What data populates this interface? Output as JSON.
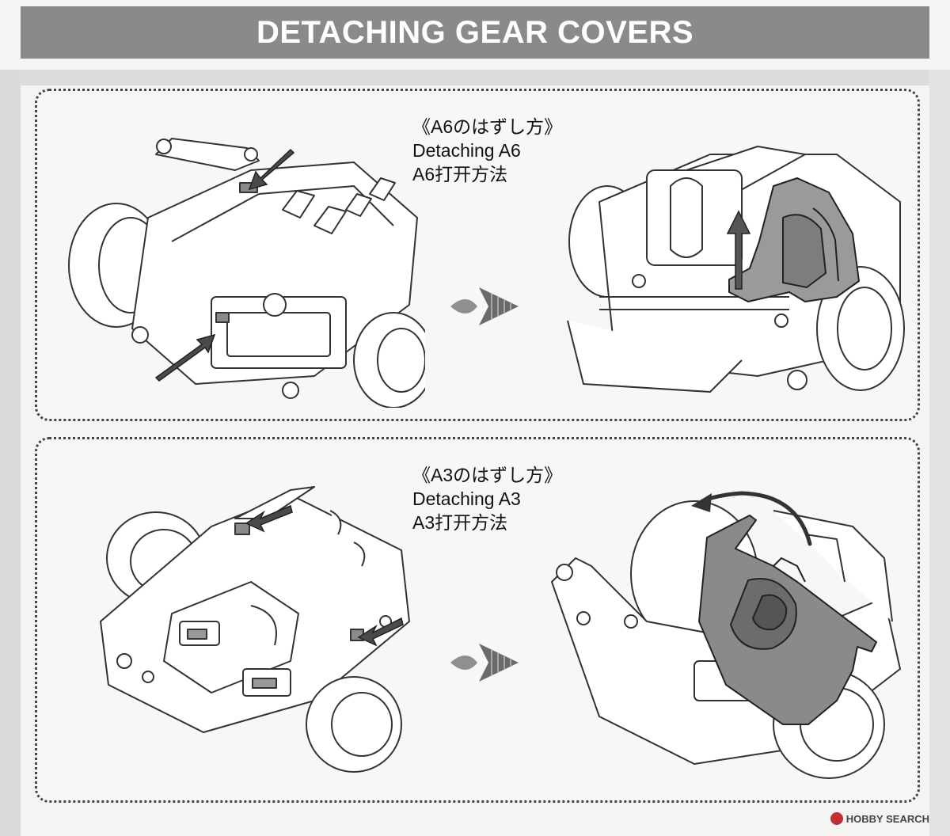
{
  "header": {
    "title": "DETACHING GEAR COVERS"
  },
  "sections": [
    {
      "caption_jp": "《A6のはずし方》",
      "caption_en": "Detaching A6",
      "caption_cn": "A6打开方法"
    },
    {
      "caption_jp": "《A3のはずし方》",
      "caption_en": "Detaching A3",
      "caption_cn": "A3打开方法"
    }
  ],
  "watermark": {
    "text": "HOBBY SEARCH"
  },
  "icons": [
    "flow-arrow-icon",
    "push-arrow-icon",
    "lift-arrow-icon",
    "rotate-arrow-icon"
  ],
  "colors": {
    "banner": "#8a8a8a",
    "part_highlight": "#6f6f6f",
    "line": "#333333"
  }
}
